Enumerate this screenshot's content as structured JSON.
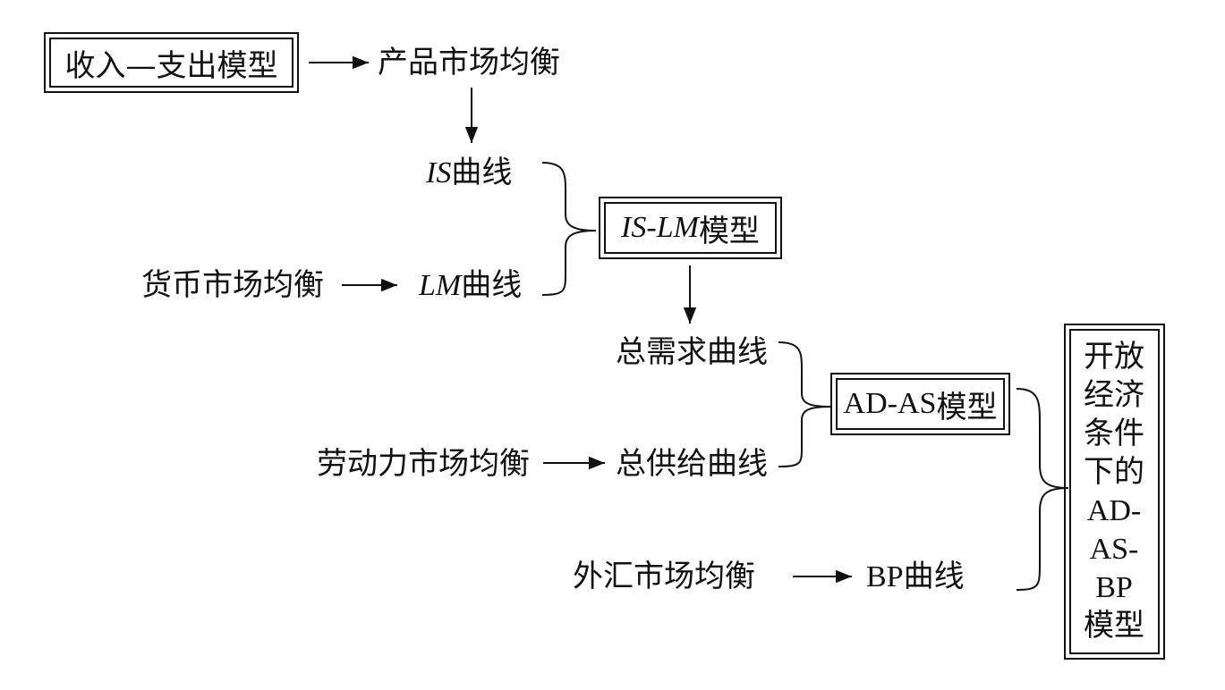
{
  "nodes": {
    "income_model": "收入—支出模型",
    "goods_market": "产品市场均衡",
    "is_curve": {
      "italic": "IS",
      "rest": "曲线"
    },
    "islm_model": {
      "italic": "IS",
      "mid": "-",
      "italic2": "LM",
      "rest": "模型"
    },
    "money_market": "货币市场均衡",
    "lm_curve": {
      "italic": "LM",
      "rest": "曲线"
    },
    "ad_curve": "总需求曲线",
    "adas_model": {
      "latin": "AD-AS",
      "rest": "模型"
    },
    "labor_market": "劳动力市场均衡",
    "as_curve": "总供给曲线",
    "fx_market": "外汇市场均衡",
    "bp_curve": {
      "latin": "BP",
      "rest": "曲线"
    },
    "open_model_lines": [
      "开放",
      "经济",
      "条件",
      "下的",
      "AD-",
      "AS-",
      "BP",
      "模型"
    ]
  },
  "colors": {
    "ink": "#111111",
    "background": "#ffffff"
  }
}
